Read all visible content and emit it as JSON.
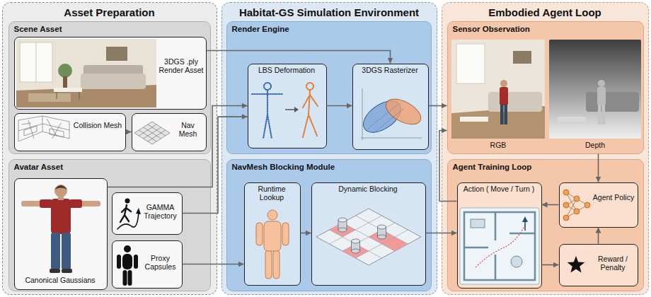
{
  "diagram": {
    "nodes": [
      {
        "text": [
          "Asset Preparation"
        ]
      },
      {
        "text": [
          "Scene Asset"
        ],
        "in": 0
      },
      {
        "text": [
          "3DGS .ply Render Asset"
        ],
        "in": 1
      },
      {
        "text": [
          "Collision Mesh"
        ],
        "in": 1
      },
      {
        "text": [
          "Nav Mesh"
        ],
        "in": 1
      },
      {
        "text": [
          "Avatar Asset"
        ],
        "in": 0
      },
      {
        "text": [
          "Canonical Gaussians"
        ],
        "in": 5
      },
      {
        "text": [
          "GAMMA Trajectory"
        ],
        "in": 5
      },
      {
        "text": [
          "Proxy Capsules"
        ],
        "in": 5
      },
      {
        "text": [
          "Habitat-GS Simulation Environment"
        ]
      },
      {
        "text": [
          "Render Engine"
        ],
        "in": 9
      },
      {
        "text": [
          "LBS Deformation"
        ],
        "in": 10
      },
      {
        "text": [
          "3DGS Rasterizer"
        ],
        "in": 10
      },
      {
        "text": [
          "NavMesh Blocking Module"
        ],
        "in": 9
      },
      {
        "text": [
          "Runtime Lookup"
        ],
        "in": 13
      },
      {
        "text": [
          "Dynamic Blocking"
        ],
        "in": 13
      },
      {
        "text": [
          "Embodied Agent Loop"
        ]
      },
      {
        "text": [
          "Sensor Observation"
        ],
        "in": 16
      },
      {
        "text": [
          "Agent Training Loop"
        ],
        "in": 16
      },
      {
        "text": [
          "Action ( Move / Turn )"
        ],
        "in": 18
      },
      {
        "text": [
          "Agent Policy"
        ],
        "in": 18
      },
      {
        "text": [
          "Reward / Penalty"
        ],
        "in": 18
      }
    ],
    "edges": [
      {
        "from": 2,
        "to": 12,
        "arrow": "to"
      },
      {
        "from": 3,
        "to": 4,
        "arrow": "to"
      },
      {
        "from": 6,
        "to": 11,
        "arrow": "to"
      },
      {
        "from": 7,
        "to": 11,
        "arrow": "to"
      },
      {
        "from": 11,
        "to": 12,
        "arrow": "to"
      },
      {
        "from": 12,
        "to": 17,
        "arrow": "to"
      },
      {
        "from": 8,
        "to": 14,
        "arrow": "to"
      },
      {
        "from": 14,
        "to": 15,
        "arrow": "to"
      },
      {
        "from": 15,
        "to": 19,
        "arrow": "to"
      },
      {
        "from": 19,
        "to": 17,
        "arrow": "to"
      },
      {
        "from": 17,
        "to": 20,
        "arrow": "to"
      },
      {
        "from": 20,
        "to": 19,
        "arrow": "to"
      },
      {
        "from": 19,
        "to": 21,
        "arrow": "to"
      },
      {
        "from": 21,
        "to": 20,
        "arrow": "to"
      }
    ],
    "labels": [
      "RGB",
      "Depth"
    ]
  }
}
